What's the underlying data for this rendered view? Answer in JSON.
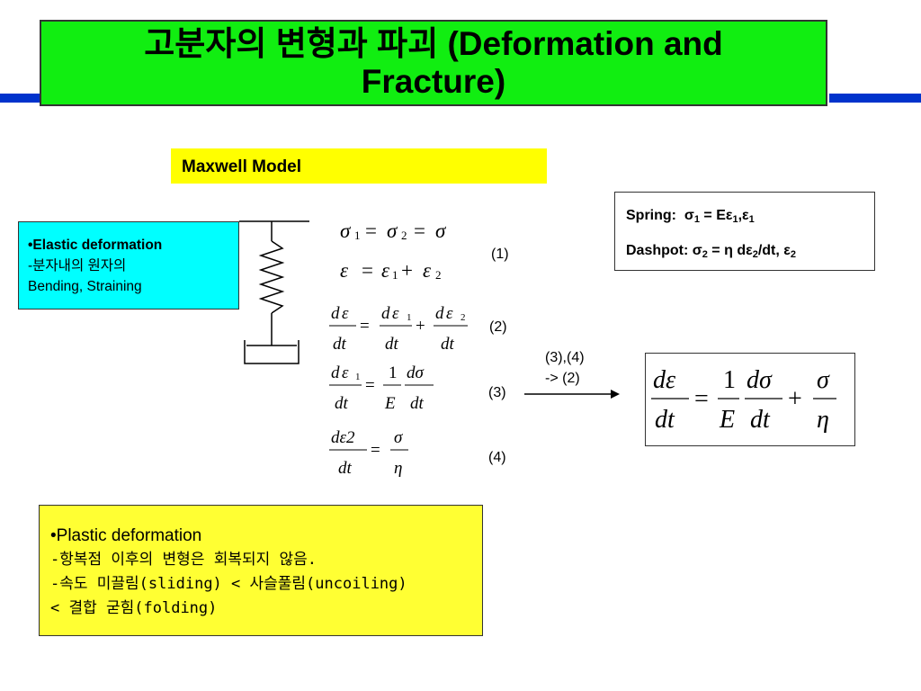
{
  "title": {
    "line1": "고분자의 변형과 파괴 (Deformation and",
    "line2": "Fracture)"
  },
  "maxwell_label": "Maxwell Model",
  "elastic": {
    "heading": "•Elastic deformation",
    "line2": "-분자내의 원자의",
    "line3": "Bending, Straining"
  },
  "model_box": {
    "spring_label": "Spring:",
    "spring_eq_a": "σ",
    "spring_sub1": "1",
    "spring_eq_b": " = Eε",
    "spring_sub2": "1",
    "spring_eq_c": ",ε",
    "spring_sub3": "1",
    "dashpot_label": "Dashpot:",
    "dashpot_eq_a": "σ",
    "dashpot_sub1": "2",
    "dashpot_eq_b": " = η dε",
    "dashpot_sub2": "2",
    "dashpot_eq_c": "/dt, ε",
    "dashpot_sub3": "2"
  },
  "equation_numbers": [
    "(1)",
    "(2)",
    "(3)",
    "(4)"
  ],
  "substitution": {
    "line1": "(3),(4)",
    "line2": "-> (2)"
  },
  "equations": {
    "eq1a": {
      "s": "σ",
      "sub1": "1",
      "eq": "=",
      "s2": "σ",
      "sub2": "2",
      "eq2": "=",
      "s3": "σ"
    },
    "eq1b": {
      "e": "ε",
      "eq": "=",
      "e1": "ε",
      "sub1": "1",
      "plus": "+",
      "e2": "ε",
      "sub2": "2"
    },
    "eq2": {
      "d": "d",
      "e": "ε",
      "dt": "dt",
      "eq": "=",
      "plus": "+",
      "sub1": "1",
      "sub2": "2"
    },
    "eq3": {
      "d": "d",
      "e": "ε",
      "sub1": "1",
      "dt": "dt",
      "eq": "=",
      "one": "1",
      "E": "E",
      "ds": "dσ"
    },
    "eq4": {
      "de2": "dε2",
      "dt": "dt",
      "eq": "=",
      "s": "σ",
      "eta": "η"
    },
    "result": {
      "de": "dε",
      "dt": "dt",
      "eq": "=",
      "one": "1",
      "E": "E",
      "ds": "dσ",
      "plus": "+",
      "s": "σ",
      "eta": "η"
    }
  },
  "plastic": {
    "heading": "•Plastic deformation",
    "line2": "-항복점 이후의 변형은 회복되지 않음.",
    "line3": "-속도 미끌림(sliding) < 사슬풀림(uncoiling)",
    "line4": "< 결합  굳힘(folding)"
  },
  "colors": {
    "title_bg": "#11ee11",
    "accent_bar": "#0033cc",
    "maxwell_bg": "#ffff00",
    "elastic_bg": "#00ffff",
    "plastic_bg": "#ffff33"
  }
}
